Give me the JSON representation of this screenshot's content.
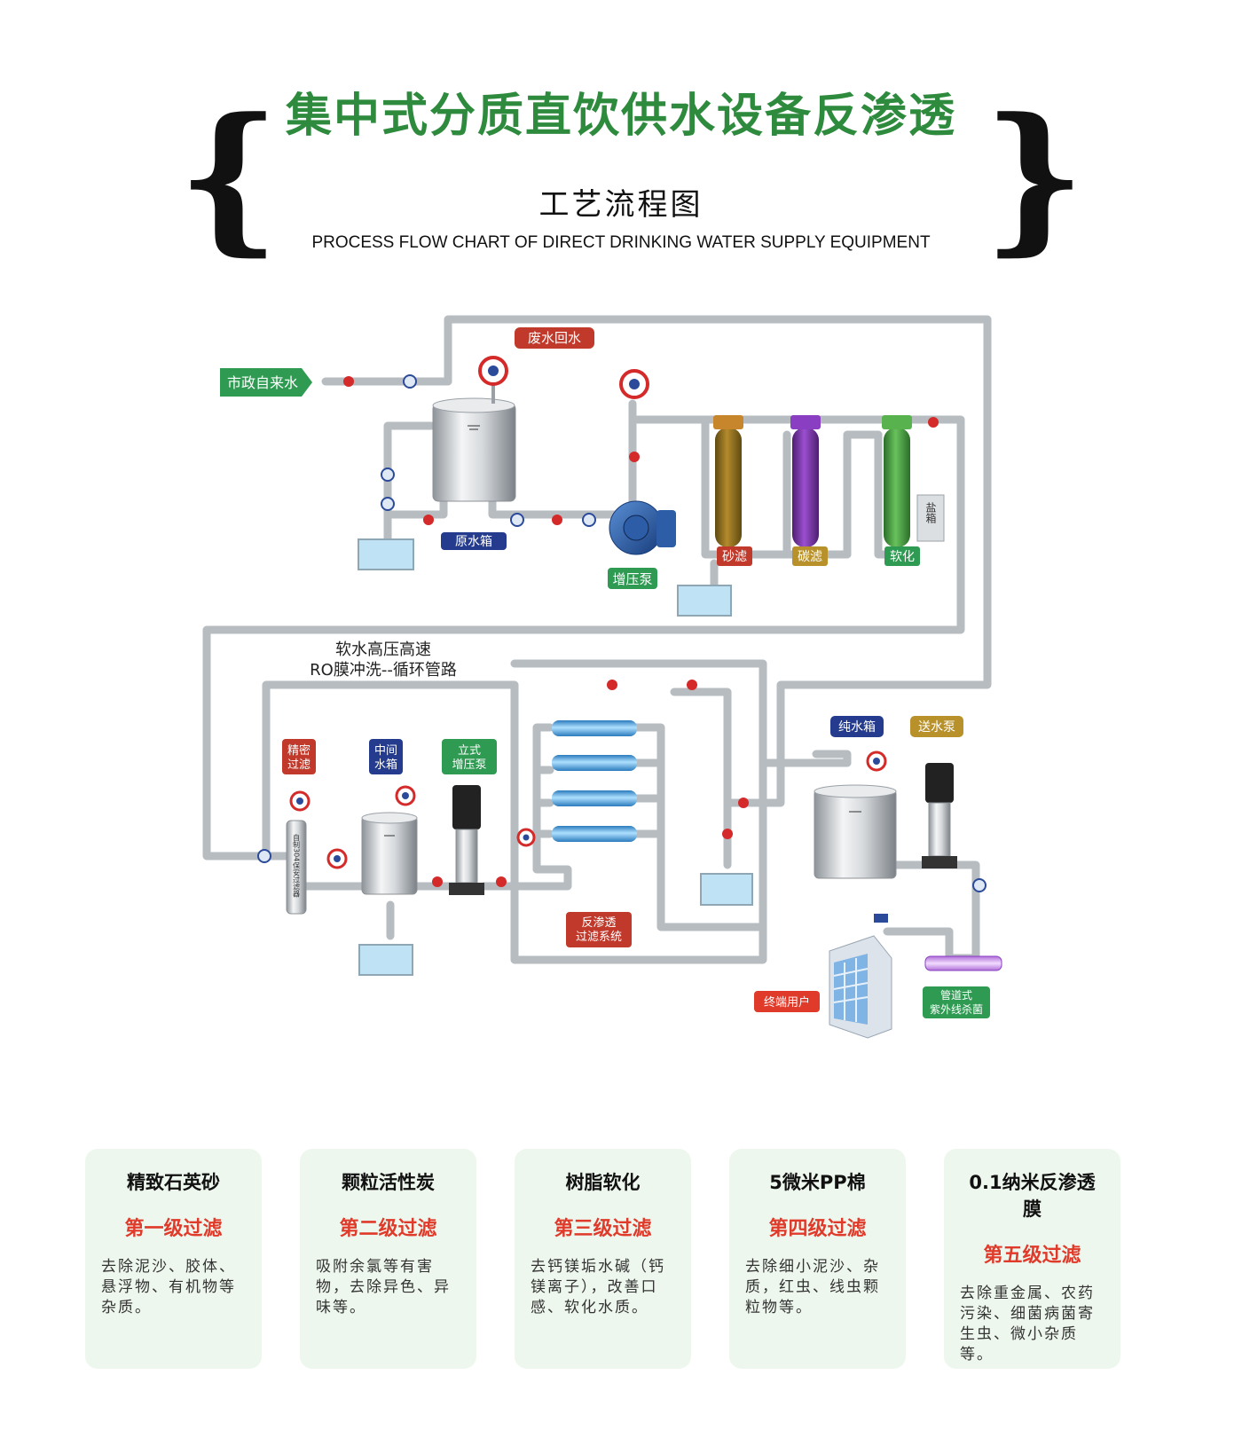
{
  "header": {
    "title": "集中式分质直饮供水设备反渗透",
    "subtitle": "工艺流程图",
    "english_title": "PROCESS FLOW CHART OF DIRECT DRINKING WATER SUPPLY EQUIPMENT",
    "left_brace": "{",
    "right_brace": "}"
  },
  "diagram": {
    "labels": {
      "municipal_water": "市政自来水",
      "waste_return": "废水回水",
      "raw_tank": "原水箱",
      "booster_pump": "增压泵",
      "sand_filter": "砂滤",
      "carbon_filter": "碳滤",
      "softener": "软化",
      "salt_box": "盐箱",
      "flush_line_1": "软水高压高速",
      "flush_line_2": "RO膜冲洗--循环管路",
      "precision_filter": "精密过滤",
      "intermediate_tank": "中间水箱",
      "vertical_pump": "立式增压泵",
      "ro_system": "反渗透过滤系统",
      "pure_tank": "纯水箱",
      "delivery_pump": "送水泵",
      "end_user": "终端用户",
      "uv_sterilizer": "管道式紫外线杀菌",
      "precision_filter_vertical_text": "自制304保安过滤器"
    },
    "colors": {
      "green_tag": "#2e9a52",
      "red_tag": "#c0392b",
      "navy_tag": "#253c8e",
      "gold_tag": "#b8912b",
      "pipe": "#c9ced3",
      "valve": "#d42a2a"
    }
  },
  "cards": [
    {
      "name": "精致石英砂",
      "stage": "第一级过滤",
      "desc": "去除泥沙、胶体、悬浮物、有机物等杂质。"
    },
    {
      "name": "颗粒活性炭",
      "stage": "第二级过滤",
      "desc": "吸附余氯等有害物，去除异色、异味等。"
    },
    {
      "name": "树脂软化",
      "stage": "第三级过滤",
      "desc": "去钙镁垢水碱（钙镁离子），改善口感、软化水质。"
    },
    {
      "name": "5微米PP棉",
      "stage": "第四级过滤",
      "desc": "去除细小泥沙、杂质，红虫、线虫颗粒物等。"
    },
    {
      "name": "0.1纳米反渗透膜",
      "stage": "第五级过滤",
      "desc": "去除重金属、农药污染、细菌病菌寄生虫、微小杂质等。"
    }
  ]
}
